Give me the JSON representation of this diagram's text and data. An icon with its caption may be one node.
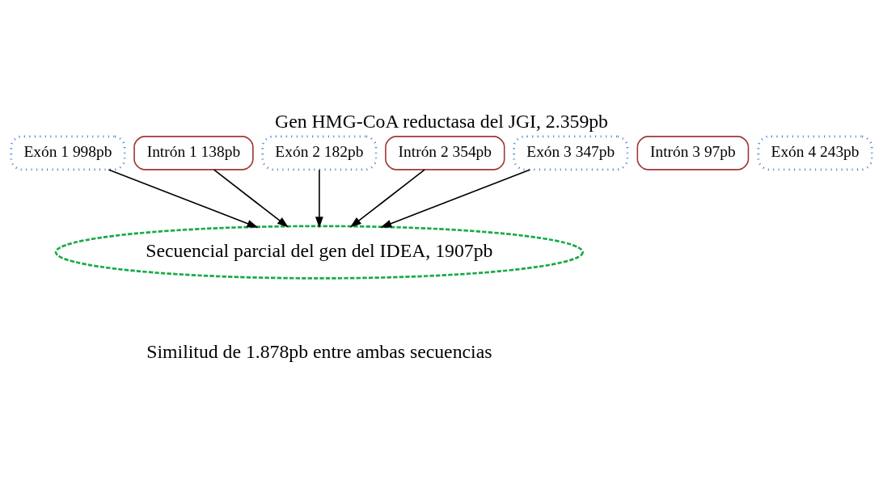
{
  "diagram": {
    "title": "Gen HMG-CoA reductasa del JGI, 2.359pb",
    "nodes": [
      {
        "text": [
          "Exón 1 998pb"
        ]
      },
      {
        "text": [
          "Intrón 1 138pb"
        ]
      },
      {
        "text": [
          "Exón 2 182pb"
        ]
      },
      {
        "text": [
          "Intrón 2 354pb"
        ]
      },
      {
        "text": [
          "Exón 3 347pb"
        ]
      },
      {
        "text": [
          "Intrón 3 97pb"
        ]
      },
      {
        "text": [
          "Exón 4 243pb"
        ]
      },
      {
        "text": [
          "Secuencial parcial del gen del IDEA, 1907pb"
        ]
      }
    ],
    "edges": [
      {
        "from": 0,
        "to": 7,
        "arrow": "to"
      },
      {
        "from": 1,
        "to": 7,
        "arrow": "to"
      },
      {
        "from": 2,
        "to": 7,
        "arrow": "to"
      },
      {
        "from": 3,
        "to": 7,
        "arrow": "to"
      },
      {
        "from": 4,
        "to": 7,
        "arrow": "to"
      }
    ],
    "labels": [
      "Similitud de 1.878pb entre ambas secuencias"
    ]
  }
}
